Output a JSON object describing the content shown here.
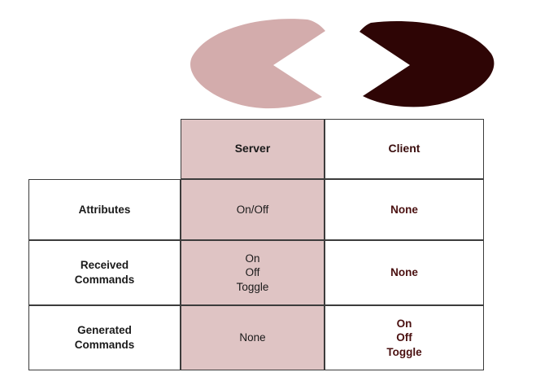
{
  "graphic": {
    "name": "pacman-pair",
    "left_shape": {
      "name": "light-pacman-facing-right",
      "color": "#d3acac"
    },
    "right_shape": {
      "name": "dark-pacman-facing-left",
      "color": "#2e0505"
    }
  },
  "table": {
    "name": "server-client-capability-matrix",
    "columns": [
      {
        "key": "label",
        "header": ""
      },
      {
        "key": "server",
        "header": "Server"
      },
      {
        "key": "client",
        "header": "Client"
      }
    ],
    "rows": [
      {
        "label": "Attributes",
        "server": "On/Off",
        "client": "None"
      },
      {
        "label_lines": [
          "Received",
          "Commands"
        ],
        "server_lines": [
          "On",
          "Off",
          "Toggle"
        ],
        "client": "None"
      },
      {
        "label_lines": [
          "Generated",
          "Commands"
        ],
        "server": "None",
        "client_lines": [
          "On",
          "Off",
          "Toggle"
        ]
      }
    ]
  },
  "colors": {
    "server_column_fill": "#dfc4c4",
    "border": "#3c3c3c",
    "text": "#1a1a1a",
    "maroon_text": "#4a1010",
    "light_pacman": "#d3acac",
    "dark_pacman": "#2e0505"
  }
}
